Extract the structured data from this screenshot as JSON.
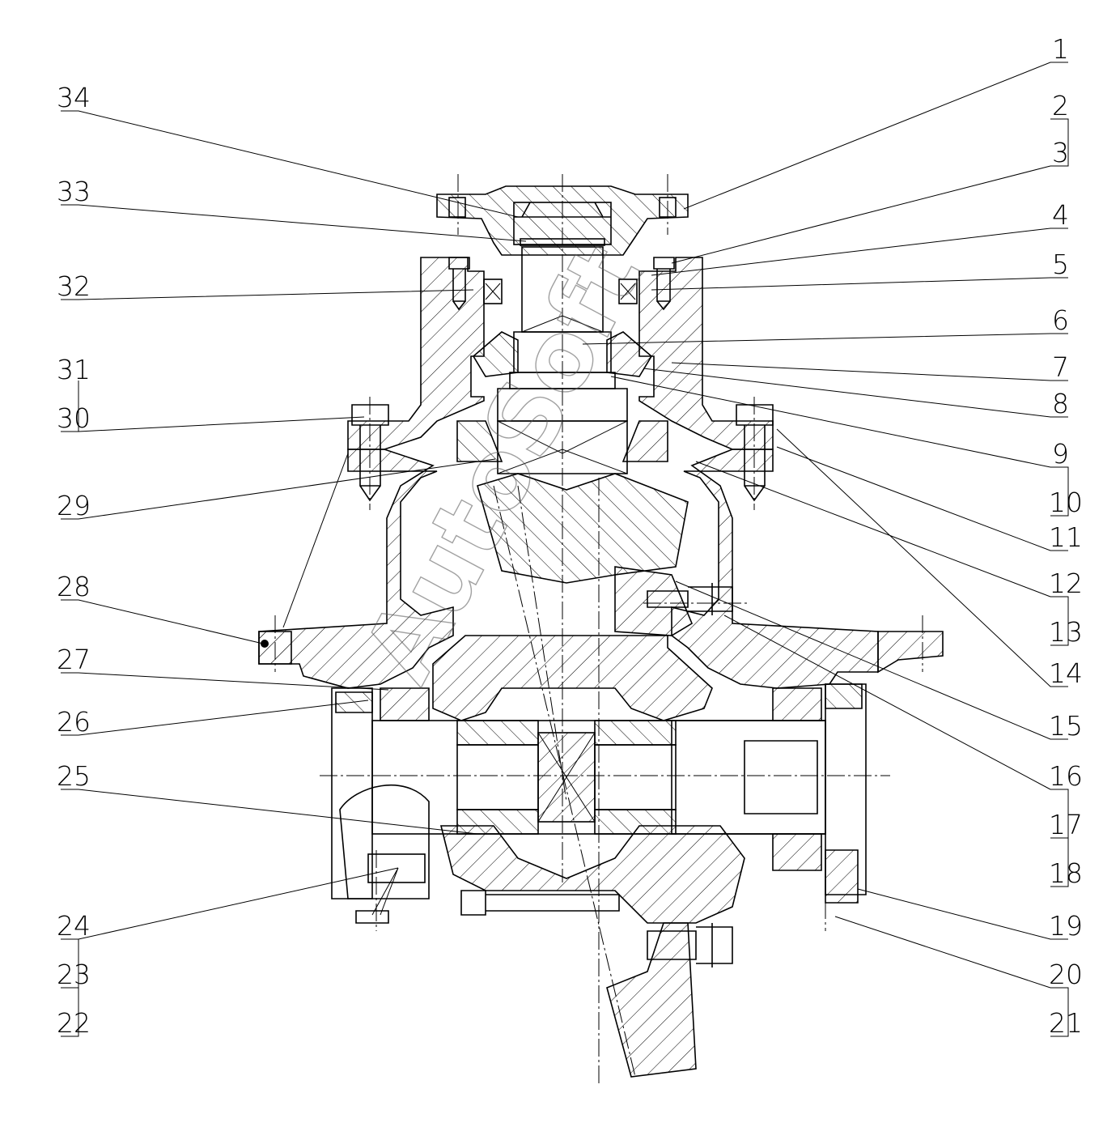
{
  "diagram": {
    "watermark": "AutoSoft",
    "left_callouts": [
      "34",
      "33",
      "32",
      "31",
      "30",
      "29",
      "28",
      "27",
      "26",
      "25",
      "24",
      "23",
      "22"
    ],
    "right_callouts": [
      "1",
      "2",
      "3",
      "4",
      "5",
      "6",
      "7",
      "8",
      "9",
      "10",
      "11",
      "12",
      "13",
      "14",
      "15",
      "16",
      "17",
      "18",
      "19",
      "20",
      "21"
    ]
  }
}
